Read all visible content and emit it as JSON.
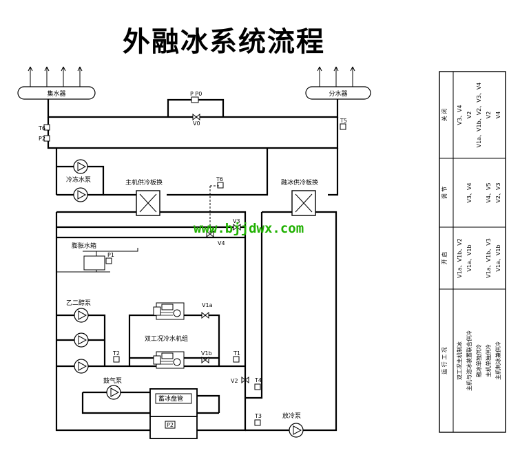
{
  "title": "外融冰系统流程",
  "watermark": "www.bjjdwx.com",
  "colors": {
    "line": "#000000",
    "watermark": "#1fb000"
  },
  "equipment": {
    "collector": "集水器",
    "distributor": "分水器",
    "chilled_pump": "冷冻水泵",
    "main_hx": "主机供冷板换",
    "melt_hx": "融冰供冷板换",
    "expansion_tank": "膨胀水箱",
    "glycol_pump": "乙二醇泵",
    "chiller": "双工况冷水机组",
    "air_pump": "鼓气泵",
    "ice_coil": "蓄冰盘管",
    "release_pump": "放冷泵"
  },
  "tags": {
    "p_p0": "P P0",
    "v0": "V0",
    "t6": "T6",
    "p2_left": "P2",
    "t5": "T5",
    "t6_mid": "T6",
    "v3": "V3",
    "v4": "V4",
    "p1": "P1",
    "v1a": "V1a",
    "v1b": "V1b",
    "t2": "T2",
    "t1": "T1",
    "v2": "V2",
    "t4": "T4",
    "t3": "T3",
    "p2_bottom": "P2"
  },
  "table": {
    "rows": [
      {
        "header": "运 行 工 况",
        "cells": [
          "双工况主机制冰",
          "主机与溶冰装置联合供冷",
          "融冰单独供冷",
          "主机单独供冷",
          "主机制冰兼供冷"
        ]
      },
      {
        "header": "开 启",
        "cells": [
          "V1a、V1b、V2",
          "V1a、V1b",
          "",
          "V1a、V1b、V3",
          "V1a、V1b"
        ]
      },
      {
        "header": "调 节",
        "cells": [
          "",
          "V3、V4",
          "",
          "V4、V5",
          "V2、V3"
        ]
      },
      {
        "header": "关 闭",
        "cells": [
          "V3、V4",
          "V2",
          "V1a、V1b、V2、V3、V4",
          "V2",
          "V4"
        ]
      }
    ]
  }
}
